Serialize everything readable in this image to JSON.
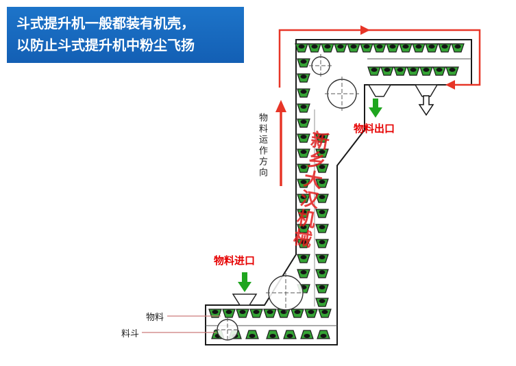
{
  "info_box": {
    "line1": "斗式提升机一般都装有机壳，",
    "line2": "以防止斗式提升机中粉尘飞扬"
  },
  "labels": {
    "direction": "物料运作方向",
    "outlet": "物料出口",
    "inlet": "物料进口",
    "material": "物料",
    "bucket": "料斗",
    "watermark": "新乡大汉机械"
  },
  "colors": {
    "info_box_blue": "#1766be",
    "flow_arrow_red": "#e73527",
    "label_red": "#e60000",
    "bucket_green": "#35a335",
    "arrow_green": "#1fa51f",
    "machine_outline": "#1a1a1a",
    "leader_line_red": "#cc7a7a"
  },
  "icons": {
    "material-up-arrow-icon": "solid red upward arrow",
    "flow-path-arrow-icon": "red right-angle circulation arrows",
    "outlet-down-arrow-icon": "solid green down arrow",
    "hollow-down-arrow-icon": "outlined white down arrow",
    "inlet-down-arrow-icon": "solid green down arrow"
  }
}
